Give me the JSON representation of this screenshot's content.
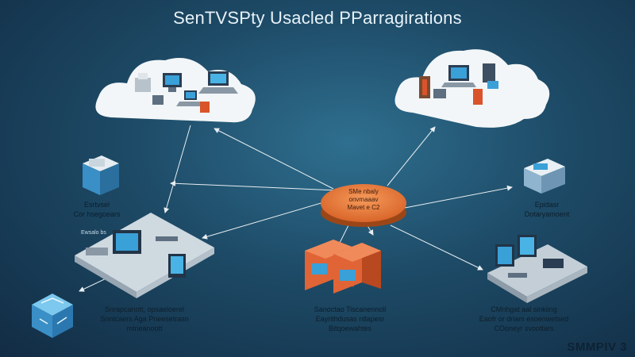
{
  "title": "SenTVSPty Usacled PParragirations",
  "hub": {
    "lines": [
      "SMe nbaly",
      "onvmaaav",
      "Mavet e C2"
    ],
    "color": "#e8793a"
  },
  "left_server": {
    "lines": [
      "Esrtvsel",
      "Cor hsegoears"
    ]
  },
  "right_server": {
    "lines": [
      "Epidasr",
      "Dotaryamoent"
    ]
  },
  "bottom_left": {
    "lines": [
      "Snrapcanott, opsaeloerel",
      "Snntcaers Aga Pneesetrasn",
      "mtneanoott"
    ]
  },
  "bottom_center": {
    "lines": [
      "Sanoctao Tiscanennoll",
      "Eayrithdusas ntlapesr",
      "Bitqoewahtes"
    ]
  },
  "bottom_right": {
    "lines": [
      "CMnhgat aal sinkiing",
      "Eaofr or driam esoenwetsed",
      "COoneyr svoottars"
    ]
  },
  "small_label": "Ewsalo bs",
  "brand": "SMMPIV 3",
  "colors": {
    "cloud": "#f2f6f8",
    "accent_blue": "#3aa0d8",
    "server_orange": "#d9542a",
    "connector": "#e8eef2"
  },
  "icons": [
    "cloud-icon",
    "laptop-icon",
    "desktop-icon",
    "server-icon",
    "router-icon",
    "building-icon"
  ]
}
